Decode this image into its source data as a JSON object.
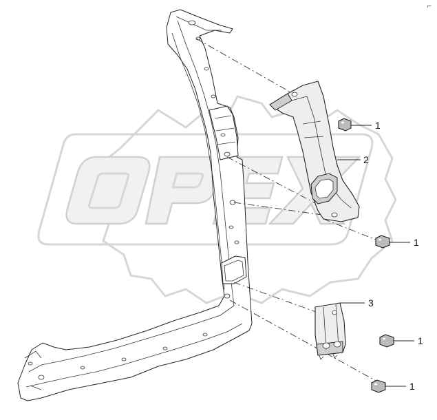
{
  "watermark": {
    "text": "OPEX"
  },
  "corner_mark": "⌐",
  "callouts": [
    {
      "id": "c1a",
      "label": "1",
      "part": "clip"
    },
    {
      "id": "c2",
      "label": "2",
      "part": "center-pillar-upper-trim"
    },
    {
      "id": "c1b",
      "label": "1",
      "part": "clip"
    },
    {
      "id": "c3",
      "label": "3",
      "part": "center-pillar-lower-trim"
    },
    {
      "id": "c1c",
      "label": "1",
      "part": "clip"
    },
    {
      "id": "c1d",
      "label": "1",
      "part": "clip"
    }
  ]
}
